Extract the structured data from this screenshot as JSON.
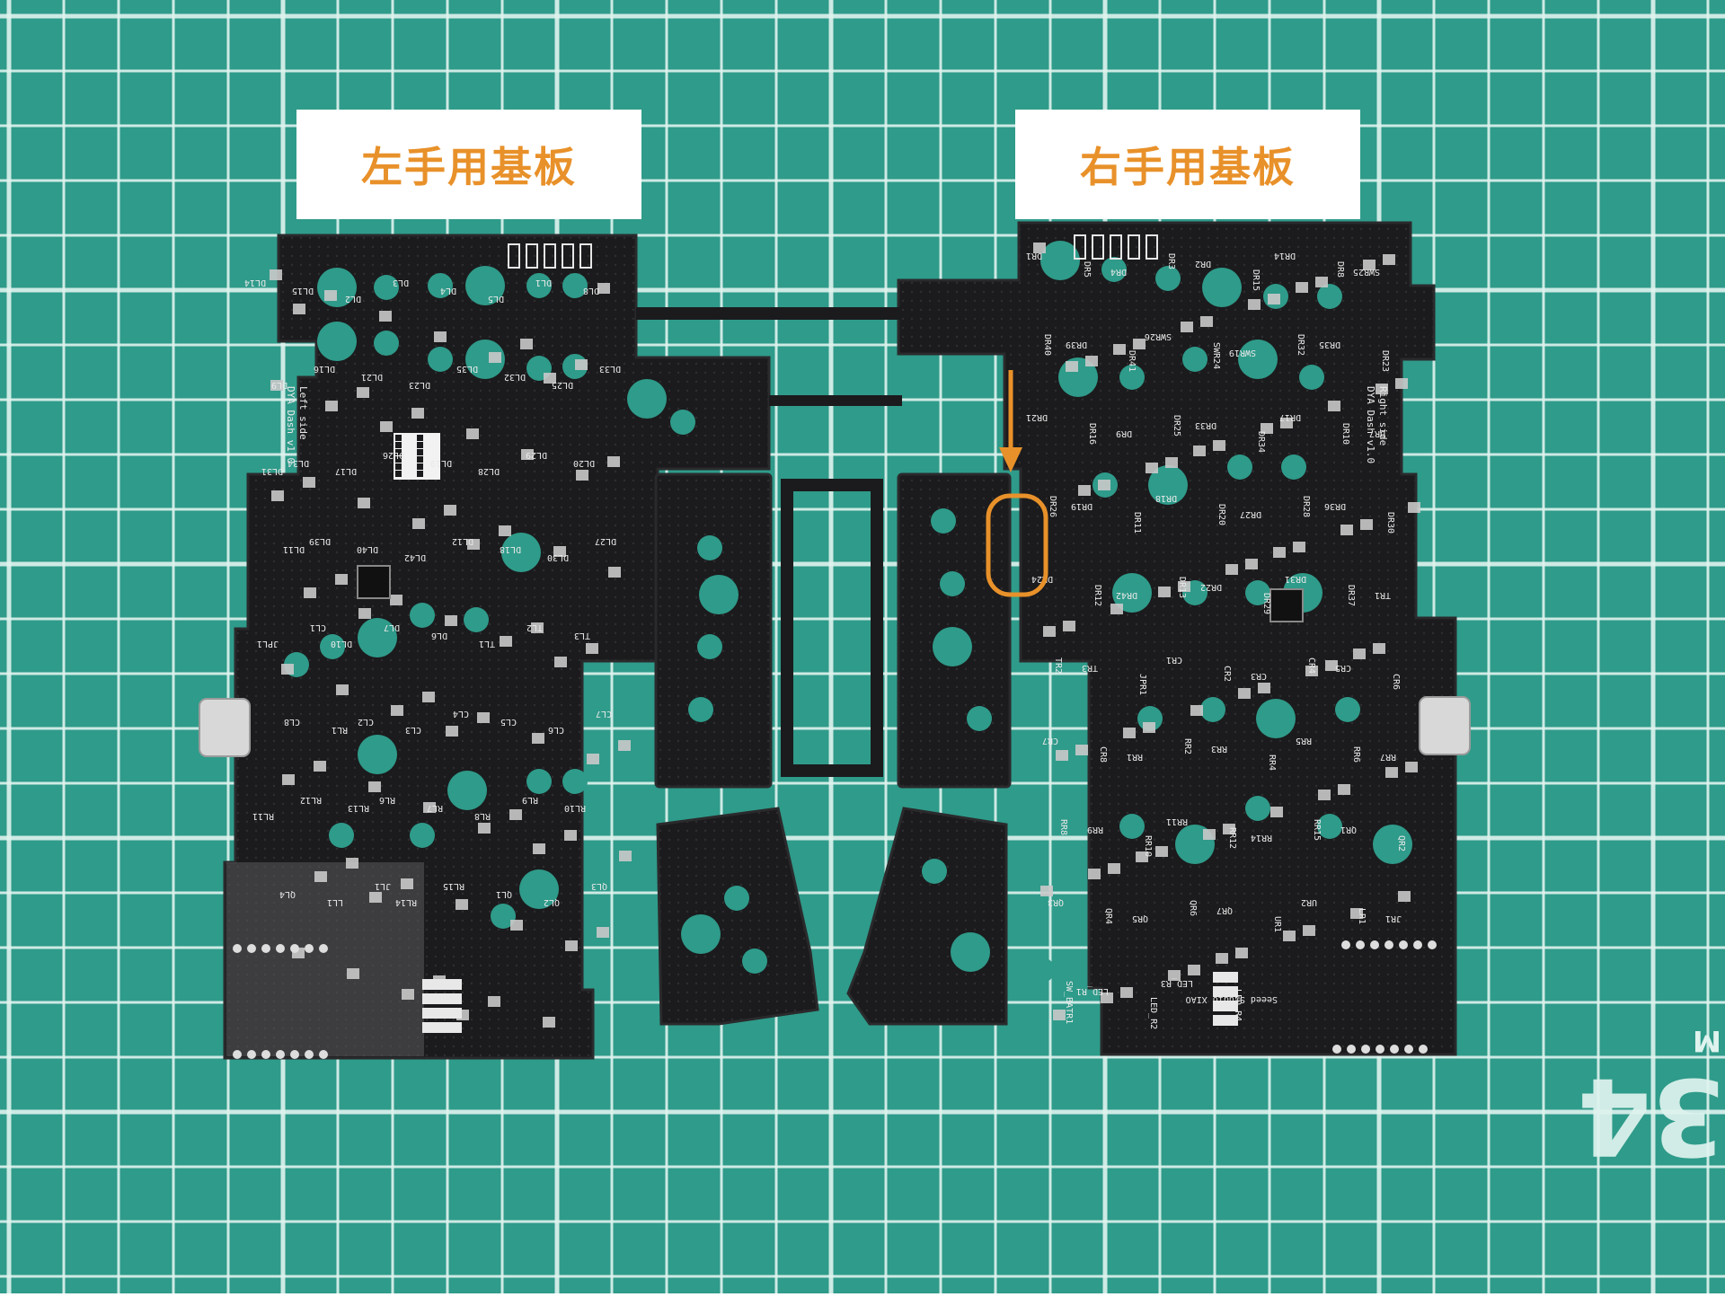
{
  "labels": {
    "left": "左手用基板",
    "right": "右手用基板"
  },
  "silkscreen": {
    "left_board_name": "DYA Dash v1.0",
    "left_board_side": "Left side",
    "right_board_name": "DYA Dash v1.0",
    "right_board_side": "Right side",
    "left_refs": [
      "DL14",
      "DL15",
      "DL2",
      "DL3",
      "DL4",
      "DL5",
      "DL1",
      "DL8",
      "DL9",
      "DL16",
      "DL21",
      "DL23",
      "DL35",
      "DL32",
      "DL25",
      "DL33",
      "DL34",
      "DL17",
      "DL26",
      "DL19",
      "DL28",
      "DL29",
      "DL20",
      "DL31",
      "DL39",
      "DL40",
      "DL42",
      "DL12",
      "DL18",
      "DL30",
      "DL27",
      "DL11",
      "DL10",
      "DL7",
      "DL6",
      "TL1",
      "TL2",
      "TL3",
      "JPL1",
      "CL1",
      "CL2",
      "CL3",
      "CL4",
      "CL5",
      "CL6",
      "CL7",
      "CL8",
      "RL1",
      "RL6",
      "RL7",
      "RL8",
      "RL9",
      "RL10",
      "RL11",
      "RL12",
      "RL13",
      "RL14",
      "RL15",
      "QL1",
      "QL2",
      "QL3",
      "QL4",
      "LL1",
      "JL1"
    ],
    "right_refs": [
      "DR1",
      "DR5",
      "DR4",
      "DR3",
      "DR2",
      "DR15",
      "DR14",
      "DR8",
      "SWR25",
      "DR40",
      "DR39",
      "DR41",
      "SWR26",
      "SWR24",
      "SWR19",
      "DR32",
      "DR35",
      "DR23",
      "DR21",
      "DR16",
      "DR9",
      "DR25",
      "DR33",
      "DR34",
      "DR17",
      "DR10",
      "DR7",
      "DR26",
      "DR19",
      "DR11",
      "DR18",
      "DR20",
      "DR27",
      "DR28",
      "DR36",
      "DR30",
      "DR24",
      "DR12",
      "DR42",
      "DR13",
      "DR22",
      "DR29",
      "DR31",
      "DR37",
      "TR1",
      "TR2",
      "TR3",
      "JPR1",
      "CR1",
      "CR2",
      "CR3",
      "CR4",
      "CR5",
      "CR6",
      "CR7",
      "CR8",
      "RR1",
      "RR2",
      "RR3",
      "RR4",
      "RR5",
      "RR6",
      "RR7",
      "RR8",
      "RR9",
      "RR10",
      "RR11",
      "RR12",
      "RR14",
      "RR15",
      "QR1",
      "QR2",
      "QR3",
      "QR4",
      "QR5",
      "QR6",
      "QR7",
      "UR1",
      "UR2",
      "LR1",
      "JR1",
      "SW_BATR1",
      "LED_R1",
      "LED_R2",
      "LED_R3",
      "LED_R4",
      "Seeed Studio XIAO"
    ]
  },
  "mat_marking": {
    "number": "34",
    "unit": "M"
  },
  "colors": {
    "mat": "#2f9b8a",
    "grid_line": "#dff3ee",
    "pcb": "#1b1b1d",
    "pcb_edge": "#2a2a2c",
    "pad": "#c9c9c9",
    "label_text": "#e8912a",
    "arrow": "#e8912a"
  },
  "annotation": {
    "arrow_icon": "down-arrow-icon",
    "highlight_shape": "rounded-rectangle"
  }
}
